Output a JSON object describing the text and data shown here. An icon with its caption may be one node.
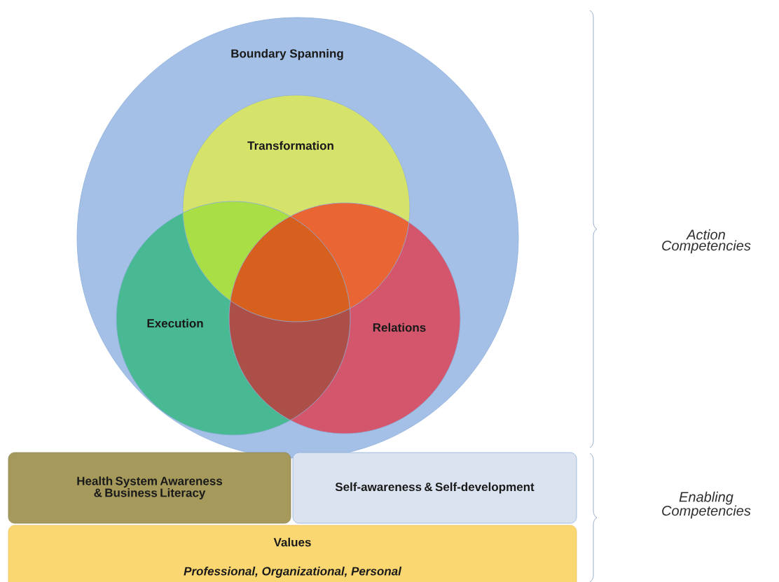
{
  "diagram": {
    "nodes": [
      {
        "text": [
          "Boundary Spanning"
        ]
      },
      {
        "text": [
          "Transformation"
        ],
        "in": 0
      },
      {
        "text": [
          "Execution"
        ],
        "in": 0
      },
      {
        "text": [
          "Relations"
        ],
        "in": 0
      },
      {
        "text": [
          "Health System Awareness & Business Literacy"
        ]
      },
      {
        "text": [
          "Self-awareness & Self-development"
        ]
      },
      {
        "text": [
          "Values",
          "Professional, Organizational, Personal"
        ]
      }
    ],
    "labels": [
      "Action Competencies",
      "Enabling Competencies"
    ]
  }
}
